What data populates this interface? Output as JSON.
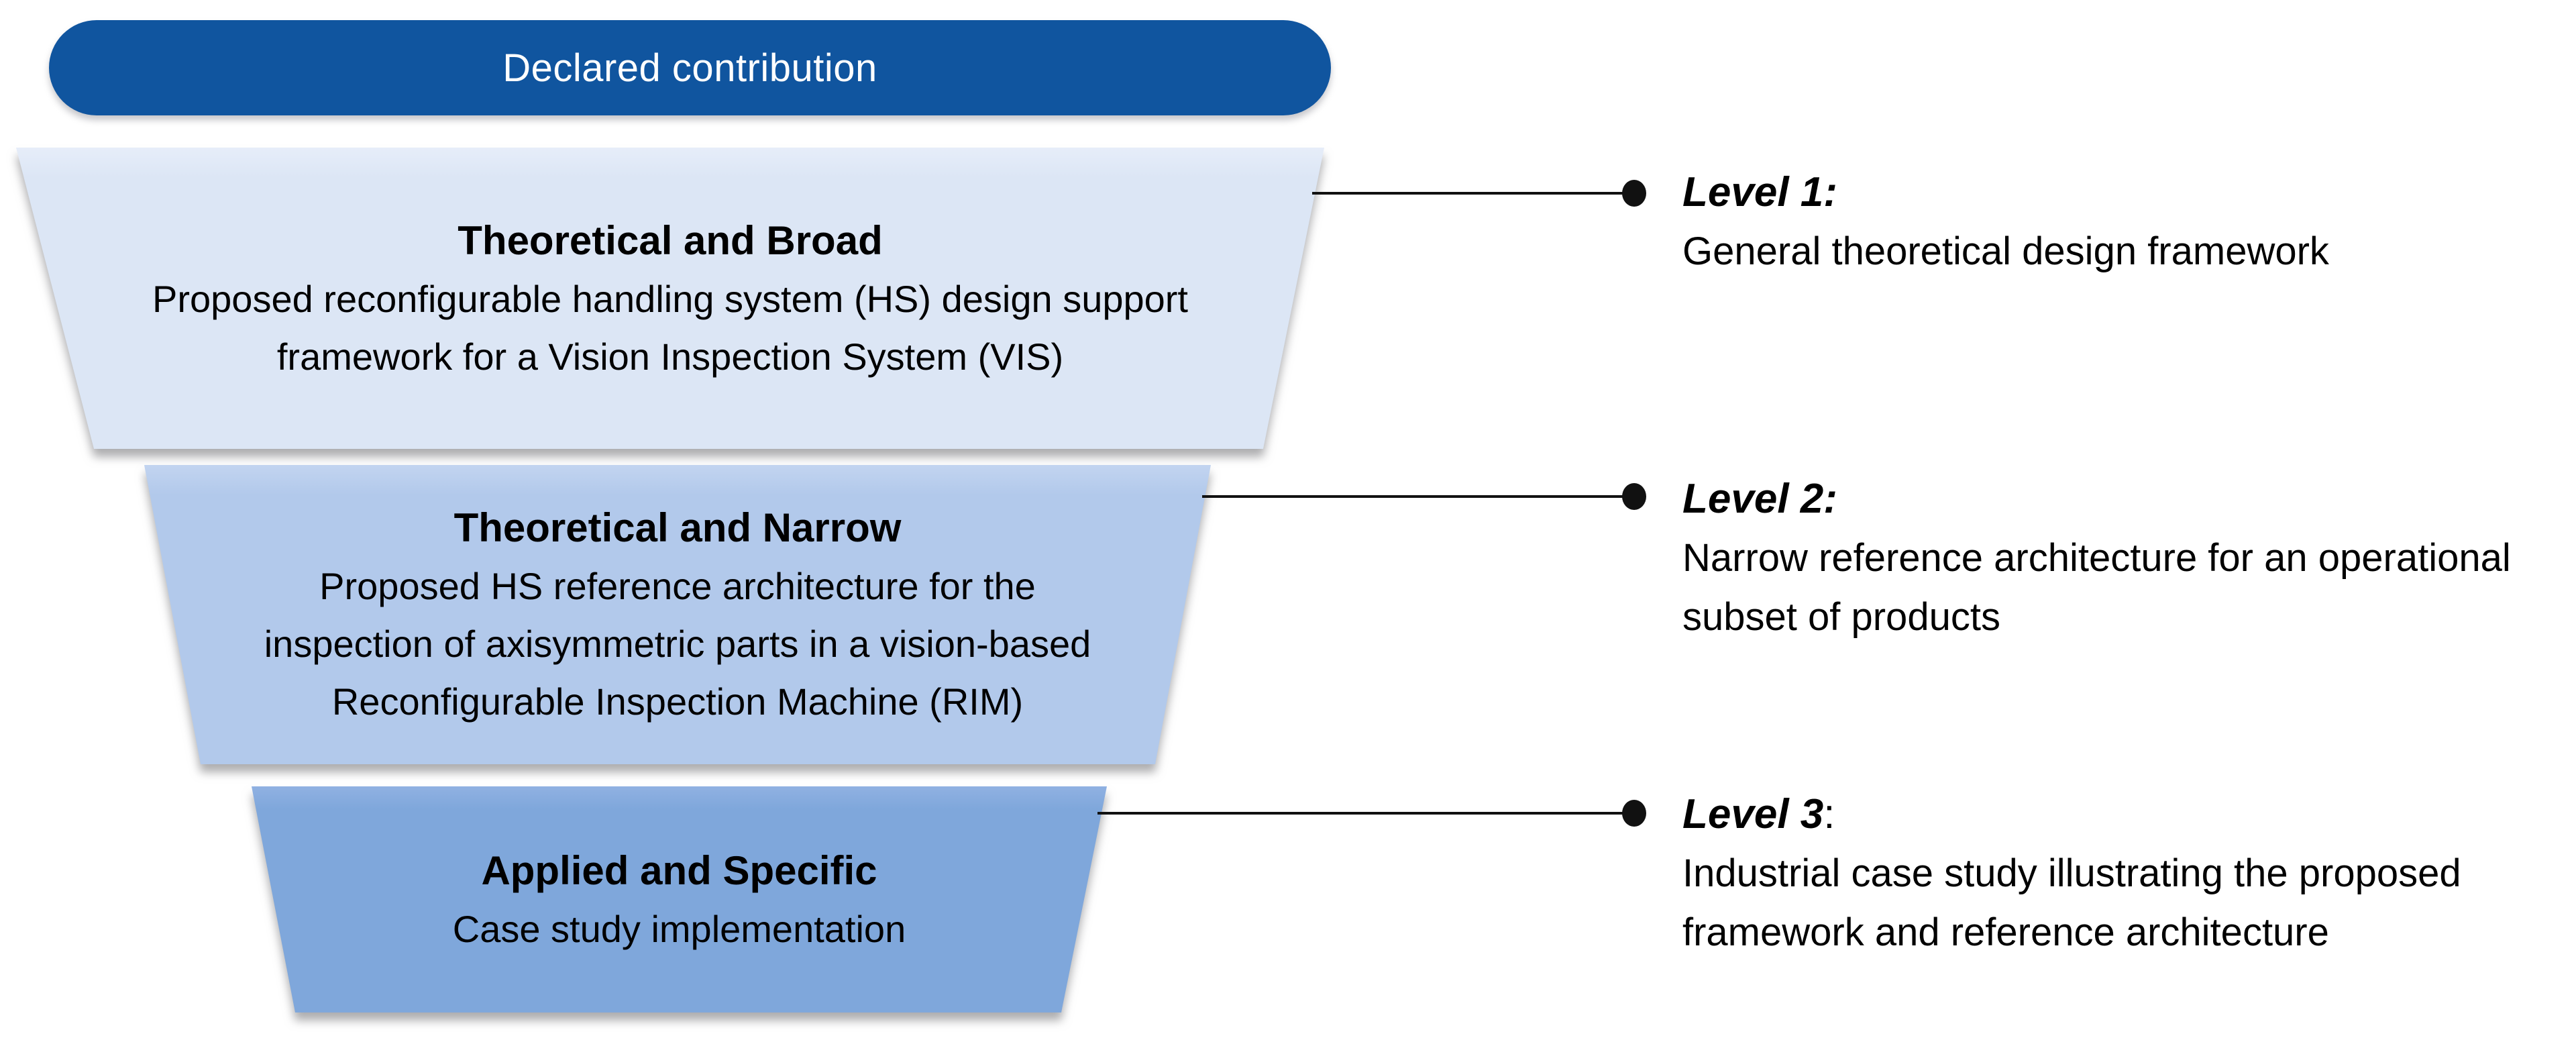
{
  "banner": {
    "label": "Declared contribution"
  },
  "funnel": {
    "stages": [
      {
        "heading": "Theoretical and Broad",
        "lines": [
          "Proposed reconfigurable handling system (HS) design support",
          "framework for a Vision Inspection System (VIS)"
        ]
      },
      {
        "heading": "Theoretical and Narrow",
        "lines": [
          "Proposed HS reference architecture for the",
          "inspection of axisymmetric parts in a vision-based",
          "Reconfigurable Inspection Machine (RIM)"
        ]
      },
      {
        "heading": "Applied and Specific",
        "lines": [
          "Case study implementation"
        ]
      }
    ]
  },
  "annotations": [
    {
      "title": "Level 1",
      "colon": ":",
      "lines": [
        "General theoretical design framework"
      ]
    },
    {
      "title": "Level 2",
      "colon": ":",
      "lines": [
        "Narrow reference architecture for an operational",
        "subset of products"
      ]
    },
    {
      "title": "Level 3",
      "colon": ":",
      "lines": [
        "Industrial case study illustrating the proposed",
        "framework and reference architecture"
      ]
    }
  ],
  "colors": {
    "banner-blue": "#10559F",
    "banner-text": "#FFFFFF",
    "stage1-fill": "#DCE6F5",
    "stage2-fill": "#B2C9EB",
    "stage3-fill": "#7FA7DB",
    "connector-black": "#111111",
    "text-black": "#000000"
  }
}
